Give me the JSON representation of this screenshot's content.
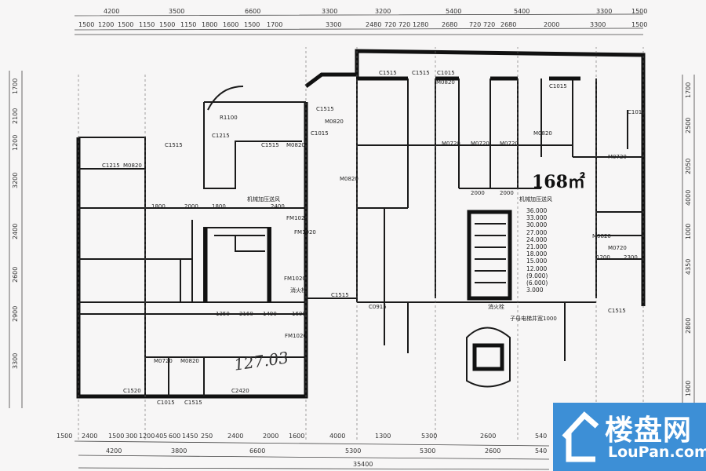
{
  "plan": {
    "area_label": "168㎡",
    "handwritten_area": "127.03",
    "top_dims_outer": [
      "4200",
      "3500",
      "6600",
      "3300",
      "3200",
      "5400",
      "5400",
      "3300",
      "1500"
    ],
    "top_dims_inner": [
      "1500",
      "1200",
      "1500",
      "1150",
      "1500",
      "1150",
      "1800",
      "1600",
      "1500",
      "1700",
      "3300",
      "2480",
      "720",
      "720",
      "1280",
      "2680",
      "720",
      "720",
      "2680",
      "2000",
      "3300",
      "1500"
    ],
    "bottom_dims_inner": [
      "1500",
      "2400",
      "1500",
      "300",
      "1200",
      "405",
      "600",
      "1450",
      "250",
      "2400",
      "2000",
      "1600",
      "4000",
      "1300",
      "5300",
      "2600",
      "540"
    ],
    "bottom_dims_outer": [
      "4200",
      "3800",
      "6600",
      "5300",
      "5300",
      "2600",
      "540"
    ],
    "bottom_total": "35400",
    "left_dims": [
      "1700",
      "2100",
      "1200",
      "3200",
      "2400",
      "2600",
      "2900",
      "3300"
    ],
    "right_dims": [
      "1700",
      "2500",
      "2050",
      "4000",
      "1000",
      "4350",
      "2800",
      "1900"
    ],
    "room_labels": [
      "C1515",
      "C1215",
      "C1515",
      "C1215",
      "M0820",
      "M0820",
      "C1515",
      "C1015",
      "C1515",
      "C1515",
      "C1015",
      "M0820",
      "M0820",
      "M0820",
      "M0720",
      "M0720",
      "M0720",
      "M0820",
      "M0720",
      "C1015",
      "C1015",
      "M0820",
      "M0720",
      "C1515",
      "C1520",
      "C2420",
      "C1015",
      "C1515",
      "FM1020",
      "FM1020",
      "FM1020",
      "FM1020",
      "C1515",
      "C0915",
      "M0720",
      "M0820",
      "R1100",
      "1800",
      "2000",
      "1800",
      "2400",
      "2000",
      "2000",
      "1200",
      "2300",
      "1350",
      "2160",
      "1490",
      "1600"
    ],
    "elevation_title": "机械加压送风",
    "elevations": [
      "36.000",
      "33.000",
      "30.000",
      "27.000",
      "24.000",
      "21.000",
      "18.000",
      "15.000",
      "12.000",
      "(9.000)",
      "(6.000)",
      "3.000"
    ],
    "notes": [
      "机械加压送风",
      "消火栓",
      "消火栓",
      "子母电梯井宽1000"
    ]
  },
  "watermark": {
    "name": "楼盘网",
    "url": "LouPan.com"
  },
  "colors": {
    "watermark_bg": "#3d8fd6",
    "ink": "#1a1a1a",
    "paper": "#f7f6f6"
  }
}
